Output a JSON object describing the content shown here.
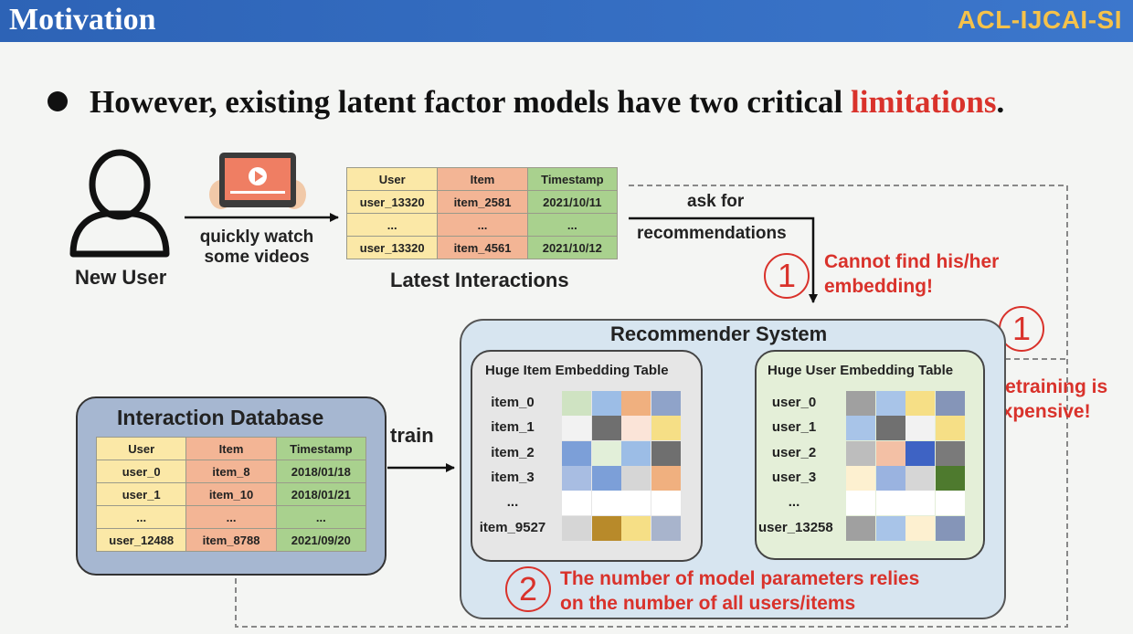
{
  "header": {
    "title": "Motivation",
    "conference": "ACL-IJCAI-SI"
  },
  "headline": {
    "main": "However, existing latent factor models have two critical ",
    "highlight": "limitations",
    "end": "."
  },
  "new_user": {
    "label": "New User"
  },
  "watch_label": {
    "line1": "quickly watch",
    "line2": "some videos"
  },
  "latest": {
    "caption": "Latest Interactions",
    "headers": [
      "User",
      "Item",
      "Timestamp"
    ],
    "rows": [
      [
        "user_13320",
        "item_2581",
        "2021/10/11"
      ],
      [
        "...",
        "...",
        "..."
      ],
      [
        "user_13320",
        "item_4561",
        "2021/10/12"
      ]
    ]
  },
  "ask": {
    "line1": "ask for",
    "line2": "recommendations"
  },
  "issue1a": {
    "number": "1",
    "line1": "Cannot find his/her",
    "line2": "embedding!"
  },
  "issue1b": {
    "number": "1",
    "line1": "Retraining is",
    "line2": "expensive!"
  },
  "issue2": {
    "number": "2",
    "line1": "The number of model parameters relies",
    "line2": "on the number of all users/items"
  },
  "recsys": {
    "title": "Recommender System"
  },
  "item_table": {
    "title": "Huge Item Embedding Table",
    "rows": [
      "item_0",
      "item_1",
      "item_2",
      "item_3",
      "...",
      "item_9527"
    ]
  },
  "user_table": {
    "title": "Huge User Embedding Table",
    "rows": [
      "user_0",
      "user_1",
      "user_2",
      "user_3",
      "...",
      "user_13258"
    ]
  },
  "train_label": "train",
  "database": {
    "title": "Interaction Database",
    "headers": [
      "User",
      "Item",
      "Timestamp"
    ],
    "rows": [
      [
        "user_0",
        "item_8",
        "2018/01/18"
      ],
      [
        "user_1",
        "item_10",
        "2018/01/21"
      ],
      [
        "...",
        "...",
        "..."
      ],
      [
        "user_12488",
        "item_8788",
        "2021/09/20"
      ]
    ]
  },
  "colors": {
    "item_grid": [
      [
        "#cfe3c2",
        "#9cbde6",
        "#f0b07f",
        "#8fa3c9"
      ],
      [
        "#f2f2f2",
        "#6f6f6f",
        "#fbe4d8",
        "#f6df86"
      ],
      [
        "#7c9fd8",
        "#e2efd9",
        "#9cbde6",
        "#6f6f6f"
      ],
      [
        "#a8bde2",
        "#7c9fd8",
        "#d6d6d6",
        "#f0b07f"
      ],
      [
        "#ffffff",
        "#ffffff",
        "#ffffff",
        "#ffffff"
      ],
      [
        "#d6d6d6",
        "#b88a2a",
        "#f6df86",
        "#a8b4cc"
      ]
    ],
    "user_grid": [
      [
        "#a0a0a0",
        "#a8c4e8",
        "#f6df86",
        "#8595b8"
      ],
      [
        "#a8c4e8",
        "#707070",
        "#f2f2f2",
        "#f6df86"
      ],
      [
        "#bdbdbd",
        "#f3c0a5",
        "#3e63c4",
        "#7a7a7a"
      ],
      [
        "#fdf0d0",
        "#9ab3e0",
        "#d6d6d6",
        "#4e7a2e"
      ],
      [
        "#ffffff",
        "#ffffff",
        "#ffffff",
        "#ffffff"
      ],
      [
        "#a0a0a0",
        "#a8c4e8",
        "#fdf0d0",
        "#8595b8"
      ]
    ]
  }
}
